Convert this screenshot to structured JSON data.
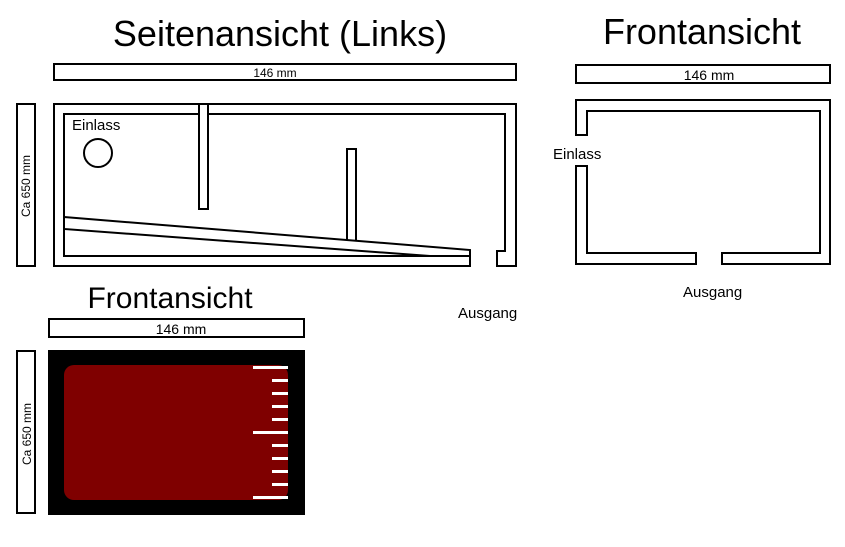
{
  "side_view": {
    "title": "Seitenansicht (Links)",
    "width_label": "146 mm",
    "height_label": "Ca 650 mm",
    "inlet_label": "Einlass",
    "outlet_label": "Ausgang"
  },
  "front_view_top": {
    "title": "Frontansicht",
    "width_label": "146 mm",
    "inlet_label": "Einlass",
    "outlet_label": "Ausgang"
  },
  "front_view_bottom": {
    "title": "Frontansicht",
    "width_label": "146 mm",
    "height_label": "Ca 650 mm"
  },
  "colors": {
    "line": "#000000",
    "background": "#ffffff",
    "board": "#000000",
    "chamber": "#7f0000",
    "marks": "#ffffff"
  }
}
